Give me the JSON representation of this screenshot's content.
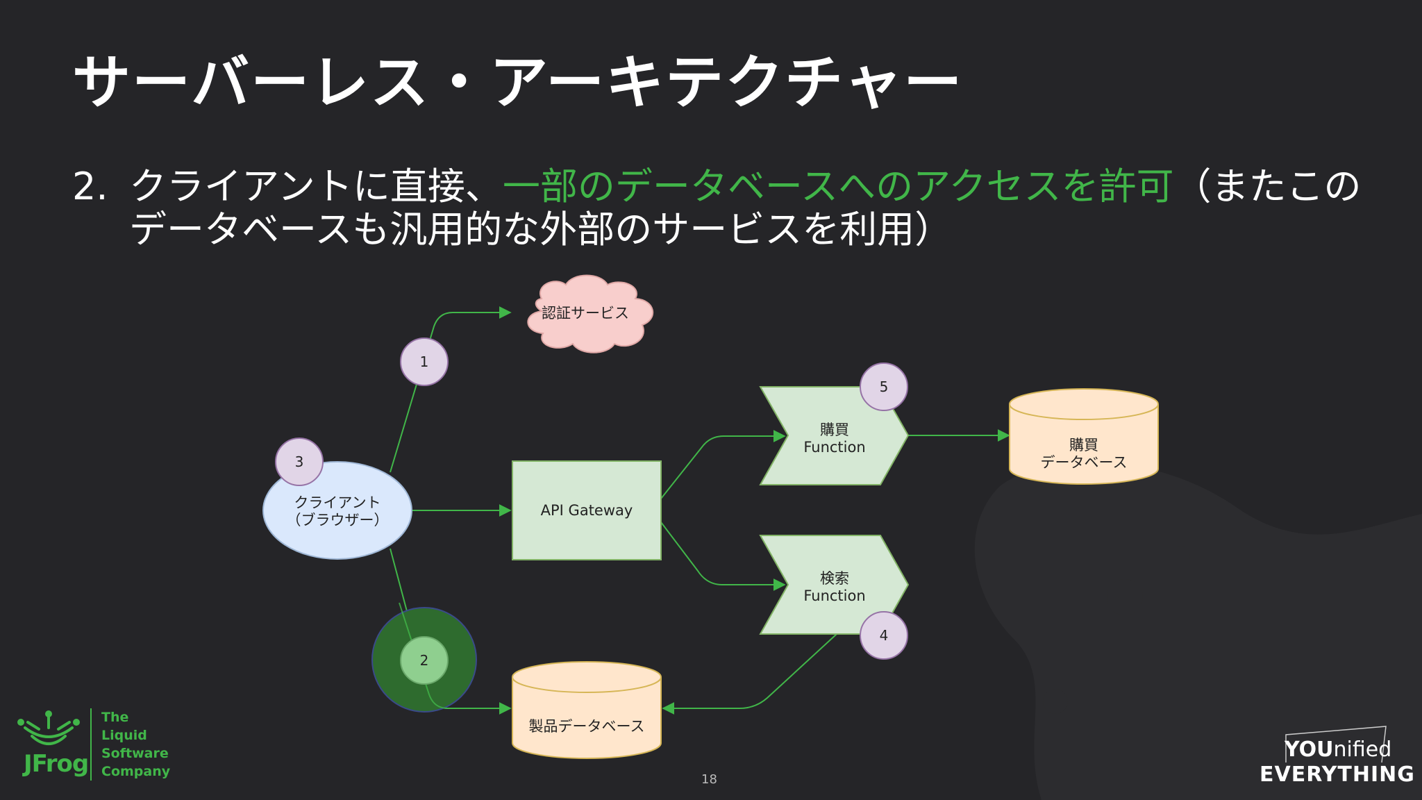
{
  "slide": {
    "title": "サーバーレス・アーキテクチャー",
    "body": {
      "number": "2.",
      "line1_a": "クライアントに直接、",
      "line1_highlight": "一部のデータベースへのアクセスを許可",
      "line1_b": "（またこの",
      "line2": "データベースも汎用的な外部のサービスを利用）"
    },
    "page_number": "18"
  },
  "diagram": {
    "auth_service": "認証サービス",
    "client_line1": "クライアント",
    "client_line2": "（ブラウザー）",
    "api_gateway": "API Gateway",
    "purchase_function_line1": "購買",
    "purchase_function_line2": "Function",
    "search_function_line1": "検索",
    "search_function_line2": "Function",
    "purchase_db_line1": "購買",
    "purchase_db_line2": "データベース",
    "product_db": "製品データベース",
    "badges": [
      "1",
      "2",
      "3",
      "4",
      "5"
    ]
  },
  "branding": {
    "logo_word": "JFrog",
    "tagline_lines": [
      "The",
      "Liquid",
      "Software",
      "Company"
    ],
    "event_top_bold": "YOU",
    "event_top_rest": "nified",
    "event_bottom": "EVERYTHING"
  },
  "colors": {
    "background": "#252528",
    "accent_green": "#41b649",
    "box_green_fill": "#d5e8d4",
    "cloud_pink": "#f8cecc",
    "client_blue": "#dae8fc",
    "db_orange": "#ffe6cc",
    "badge_purple": "#e1d5e7",
    "highlight_circle": "#2e6b2e"
  }
}
